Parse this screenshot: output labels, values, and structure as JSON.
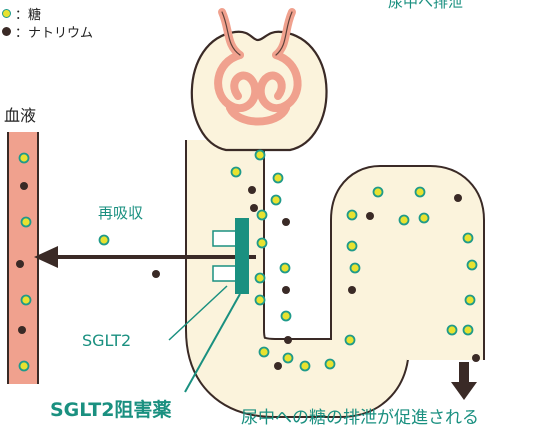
{
  "legend": {
    "sugar_label": "：糖",
    "sodium_label": "：ナトリウム"
  },
  "labels": {
    "corner_top": "尿中へ排泄",
    "blood": "血液",
    "reabsorption": "再吸収",
    "sglt2": "SGLT2",
    "drug": "SGLT2阻害薬",
    "excretion": "尿中への糖の排泄が促進される"
  },
  "colors": {
    "teal": "#1a9080",
    "blood_vessel": "#f0a18e",
    "tubule_fill": "#fbf3dc",
    "sugar_fill": "#e8e230",
    "sodium": "#3a2a26",
    "arrow": "#3a2a26"
  },
  "icons": {
    "sugar": "yellow-dot-icon",
    "sodium": "dark-dot-icon",
    "reabsorption_arrow": "arrow-left-icon",
    "excretion_arrow": "arrow-down-icon"
  }
}
